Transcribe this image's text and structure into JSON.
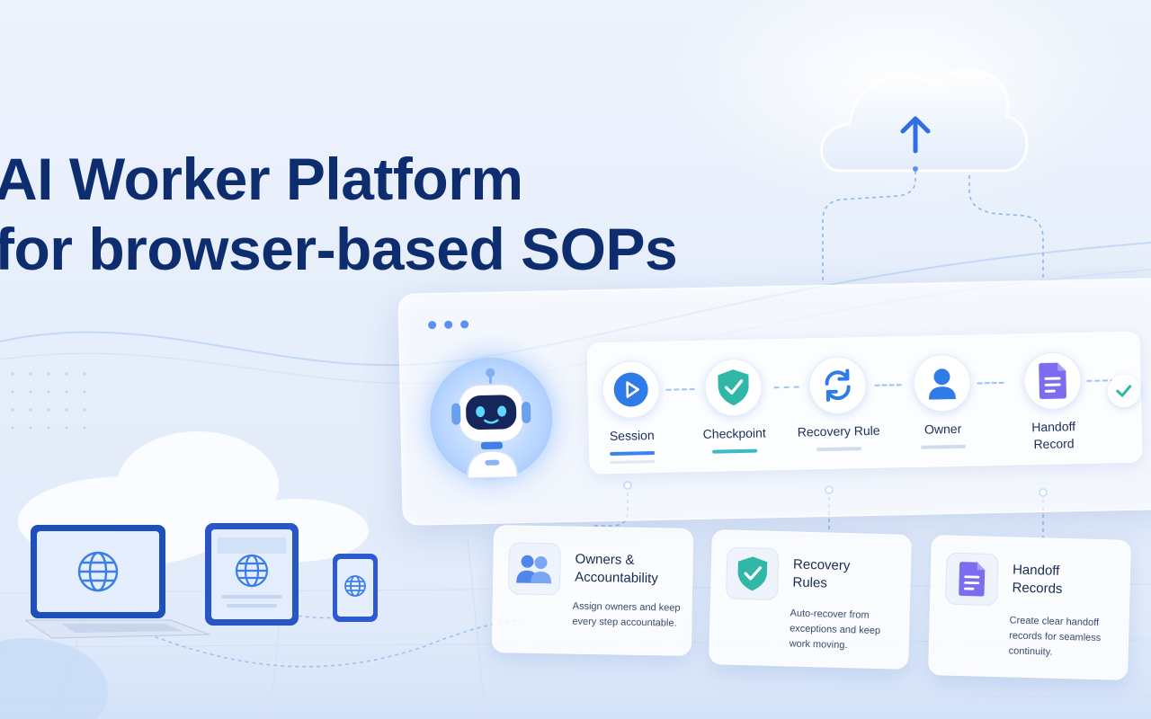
{
  "headline": {
    "line1": "AI Worker Platform",
    "line2": "for browser-based SOPs"
  },
  "colors": {
    "navy": "#0d2d6e",
    "accent_blue": "#3d82f3",
    "teal": "#2fb7a8",
    "purple": "#7b6cf0"
  },
  "workflow": {
    "steps": [
      {
        "label": "Session",
        "icon": "play-icon"
      },
      {
        "label": "Checkpoint",
        "icon": "shield-check-icon"
      },
      {
        "label": "Recovery Rule",
        "icon": "refresh-icon"
      },
      {
        "label": "Owner",
        "icon": "user-icon"
      },
      {
        "label": "Handoff Record",
        "icon": "document-icon"
      }
    ],
    "completion_icon": "checkmark-icon"
  },
  "cards": [
    {
      "title": "Owners & Accountability",
      "description": "Assign owners and keep every step accountable.",
      "icon": "users-icon"
    },
    {
      "title": "Recovery Rules",
      "description": "Auto-recover from exceptions and keep work moving.",
      "icon": "shield-check-icon"
    },
    {
      "title": "Handoff Records",
      "description": "Create clear handoff records for seamless continuity.",
      "icon": "document-icon"
    }
  ],
  "devices": [
    "laptop",
    "tablet",
    "phone"
  ],
  "decor": {
    "cloud_icon": "cloud-upload-icon",
    "avatar": "robot-avatar"
  }
}
